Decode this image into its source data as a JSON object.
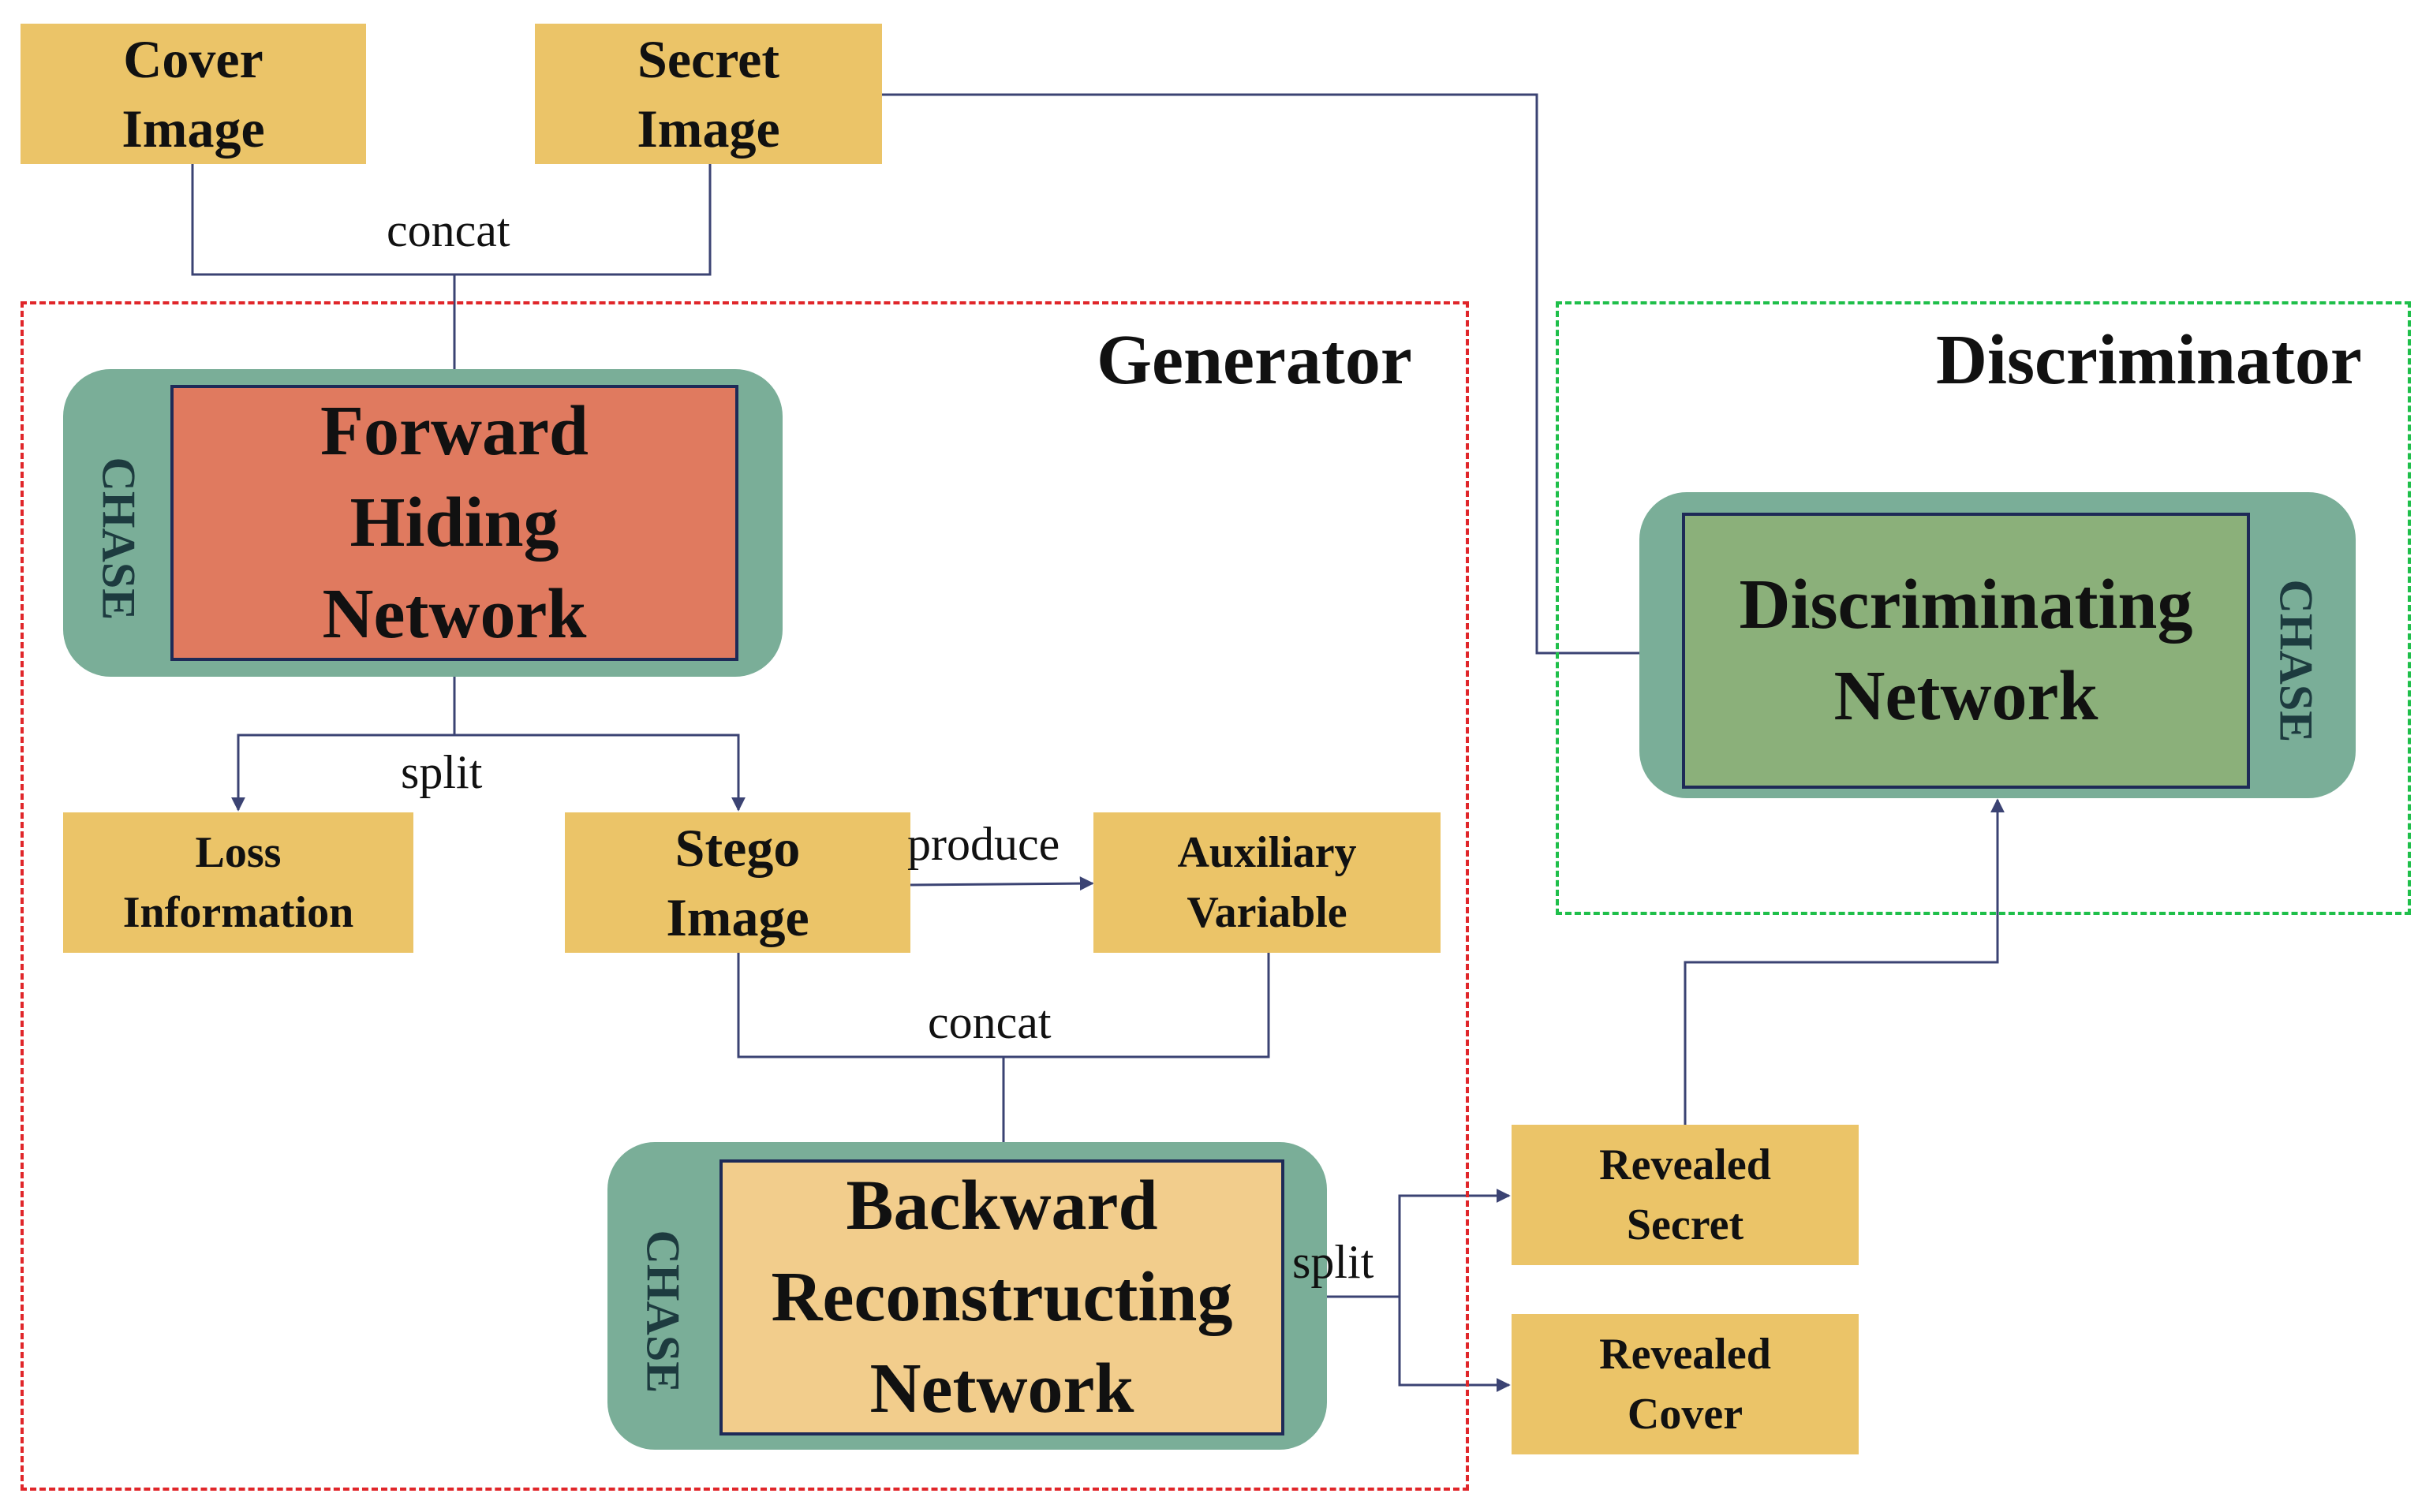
{
  "inputs": {
    "cover": [
      "Cover",
      "Image"
    ],
    "secret": [
      "Secret",
      "Image"
    ]
  },
  "regions": {
    "generator": "Generator",
    "discriminator": "Discriminator"
  },
  "networks": {
    "forward": [
      "Forward",
      "Hiding",
      "Network"
    ],
    "backward": [
      "Backward",
      "Reconstructing",
      "Network"
    ],
    "discriminating": [
      "Discriminating",
      "Network"
    ],
    "chase_label": "CHASE"
  },
  "nodes": {
    "loss": [
      "Loss",
      "Information"
    ],
    "stego": [
      "Stego",
      "Image"
    ],
    "auxiliary": [
      "Auxiliary",
      "Variable"
    ],
    "revealed_secret": [
      "Revealed",
      "Secret"
    ],
    "revealed_cover": [
      "Revealed",
      "Cover"
    ]
  },
  "edge_labels": {
    "concat_top": "concat",
    "split_forward": "split",
    "produce": "produce",
    "concat_bottom": "concat",
    "split_backward": "split"
  },
  "colors": {
    "node_fill": "#ebc468",
    "forward_fill": "#e07a5f",
    "backward_fill": "#f2cd8c",
    "discriminating_fill": "#8bb07a",
    "chase_fill": "#7aae98",
    "generator_border": "#e0262a",
    "discriminator_border": "#1fbf4a",
    "arrow": "#3b4373"
  }
}
